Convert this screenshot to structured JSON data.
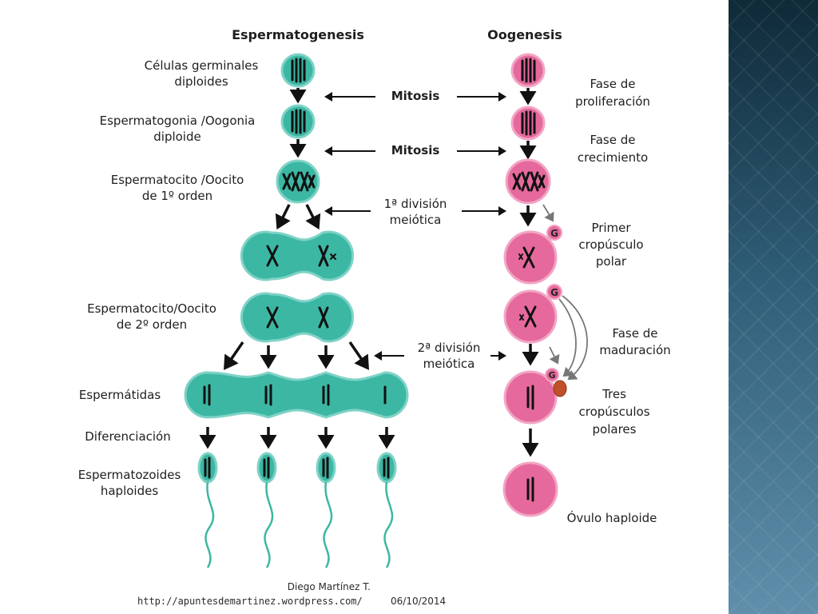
{
  "headers": {
    "left": "Espermatogenesis",
    "right": "Oogenesis"
  },
  "left_labels": {
    "celulas_1": "Células germinales",
    "celulas_2": "diploides",
    "espermatogonia_1": "Espermatogonia /Oogonia",
    "espermatogonia_2": "diploide",
    "espermatocito1_1": "Espermatocito /Oocito",
    "espermatocito1_2": "de 1º orden",
    "espermatocito2_1": "Espermatocito/Oocito",
    "espermatocito2_2": "de 2º orden",
    "espermatidas": "Espermátidas",
    "diferenciacion": "Diferenciación",
    "espermatozoides_1": "Espermatozoides",
    "espermatozoides_2": "haploides"
  },
  "center_labels": {
    "mitosis_1": "Mitosis",
    "mitosis_2": "Mitosis",
    "div1_1": "1ª división",
    "div1_2": "meiótica",
    "div2_1": "2ª división",
    "div2_2": "meiótica"
  },
  "right_labels": {
    "proliferacion_1": "Fase de",
    "proliferacion_2": "proliferación",
    "crecimiento_1": "Fase de",
    "crecimiento_2": "crecimiento",
    "primer_1": "Primer",
    "primer_2": "cropúsculo",
    "primer_3": "polar",
    "maduracion_1": "Fase de",
    "maduracion_2": "maduración",
    "tres_1": "Tres",
    "tres_2": "cropúsculos",
    "tres_3": "polares",
    "ovulo": "Óvulo haploide"
  },
  "polar_body_letter": "G",
  "footer": {
    "author": "Diego Martínez T.",
    "url": "http://apuntesdemartinez.wordpress.com/",
    "date": "06/10/2014"
  },
  "colors": {
    "spermatogenesis_cell": "#3cb7a4",
    "oogenesis_cell": "#e6699d",
    "side_panel": "#2f5d77"
  }
}
